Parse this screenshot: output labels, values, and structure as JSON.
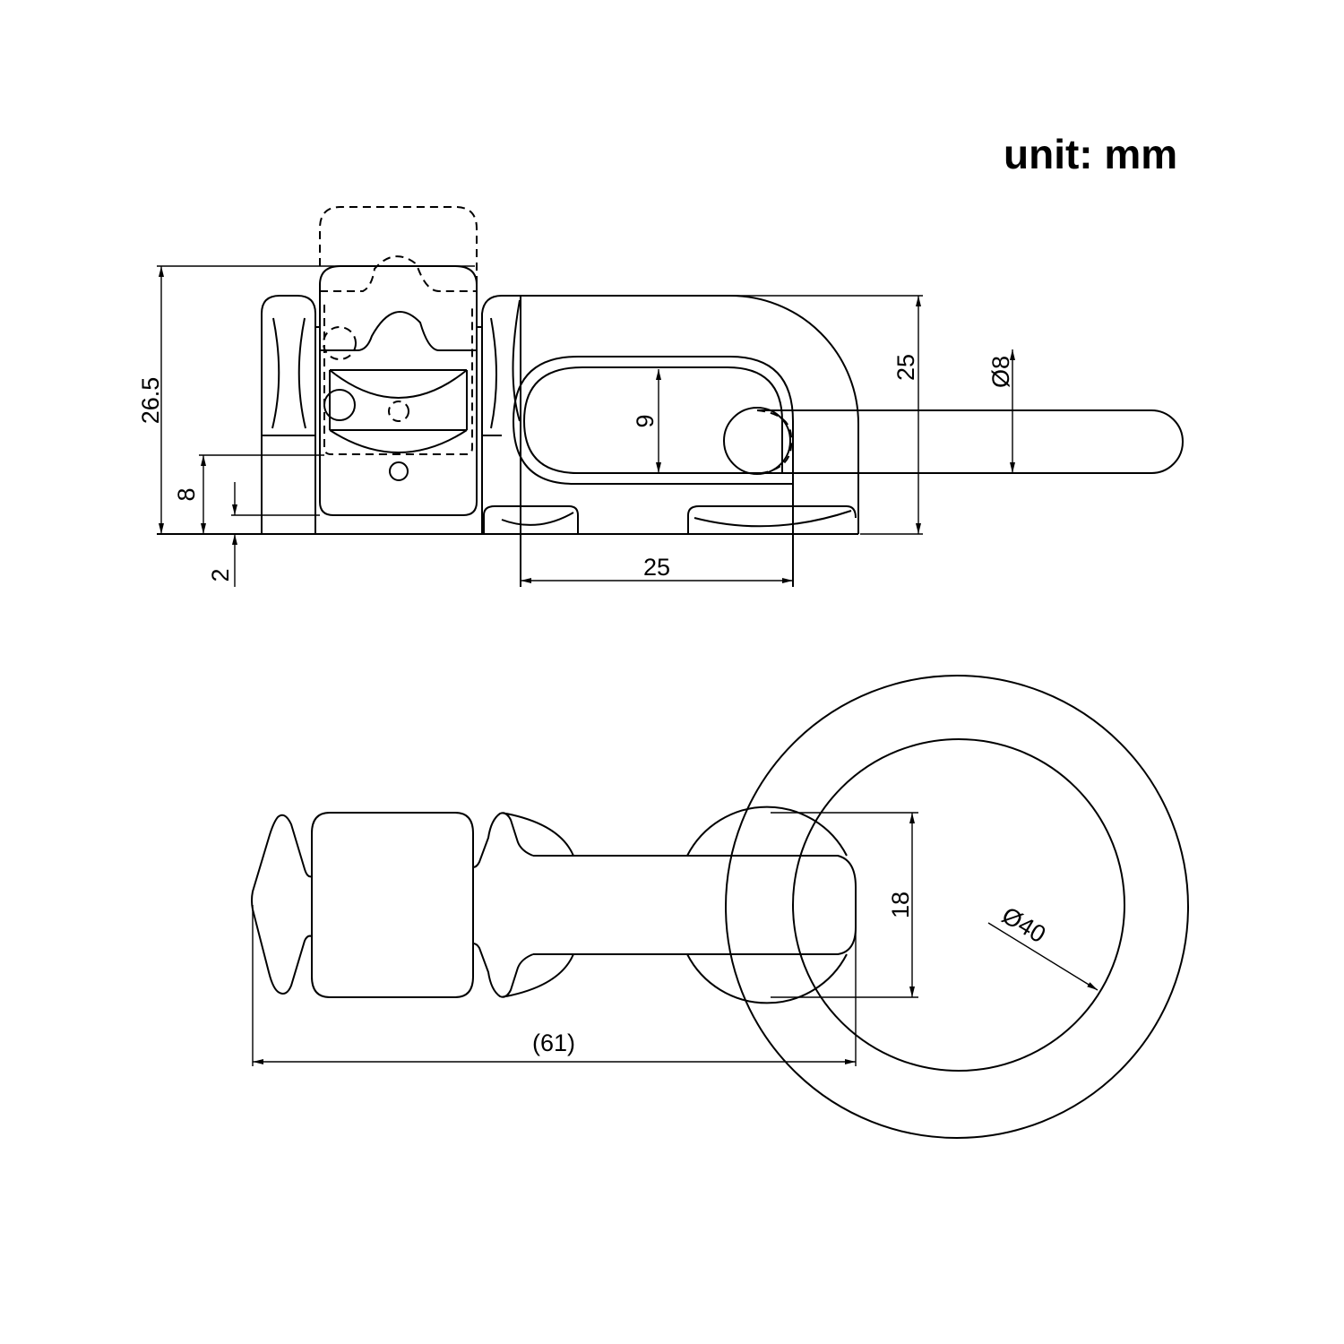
{
  "unit_label": "unit: mm",
  "side_view": {
    "dimensions": {
      "overall_height": "26.5",
      "body_height": "25",
      "slot_height": "9",
      "pin_diameter": "Ø8",
      "base_to_pin": "8",
      "base_thickness": "2",
      "slot_width": "25"
    }
  },
  "top_view": {
    "dimensions": {
      "ring_diameter": "Ø40",
      "ball_width": "18",
      "overall_length": "(61)"
    }
  },
  "colors": {
    "line": "#000000",
    "background": "#ffffff"
  }
}
